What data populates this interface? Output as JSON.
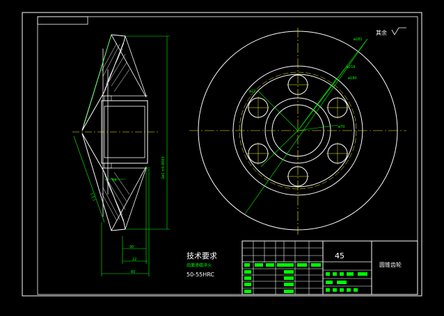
{
  "drawing": {
    "roughness_note": "其余",
    "dimensions": {
      "outer_dia": "ø281",
      "pcd": "ø216",
      "bolt_circle": "ø180",
      "hole_dia": "ø22",
      "bore": "ø70",
      "side_bore": "2ø1 ±0.0003",
      "hub_len": "16",
      "len_30": "30",
      "len_22": "22",
      "len_60": "60",
      "slope": "1.5:1"
    }
  },
  "tech_req": {
    "title": "技术要求",
    "line1": "齿面渗碳淬火",
    "line2": "50-55HRC"
  },
  "title_block": {
    "scale_value": "45",
    "part_name": "圆锥齿轮"
  },
  "colors": {
    "line": "#ffffff",
    "center": "#ffff00",
    "dim": "#00ff00",
    "background": "#000000"
  }
}
